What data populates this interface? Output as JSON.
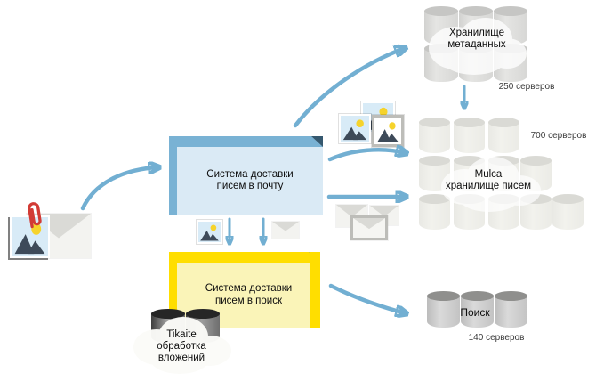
{
  "nodes": {
    "mail_delivery": {
      "label": "Система доставки\nписем в почту"
    },
    "search_delivery": {
      "label": "Система доставки\nписем в поиск"
    },
    "metadata_storage": {
      "label": "Хранилище\nметаданных",
      "servers": "250 серверов"
    },
    "mulca_storage": {
      "label": "Mulca\nхранилище писем",
      "servers": "700 серверов"
    },
    "search_storage": {
      "label": "Поиск",
      "servers": "140 серверов"
    },
    "tikaite": {
      "label": "Tikaite\nобработка\nвложений"
    }
  },
  "colors": {
    "arrow": "#72AFD2",
    "mail_box_edge": "#79B2D4",
    "mail_box_body": "#DAEAF5",
    "search_box_edge": "#FFDE00",
    "search_box_body": "#FAF4B8",
    "paperclip_red": "#D23B35",
    "photo_sky": "#D8EBF7",
    "photo_sun": "#F6D32B",
    "photo_mountain": "#3D4A59"
  }
}
